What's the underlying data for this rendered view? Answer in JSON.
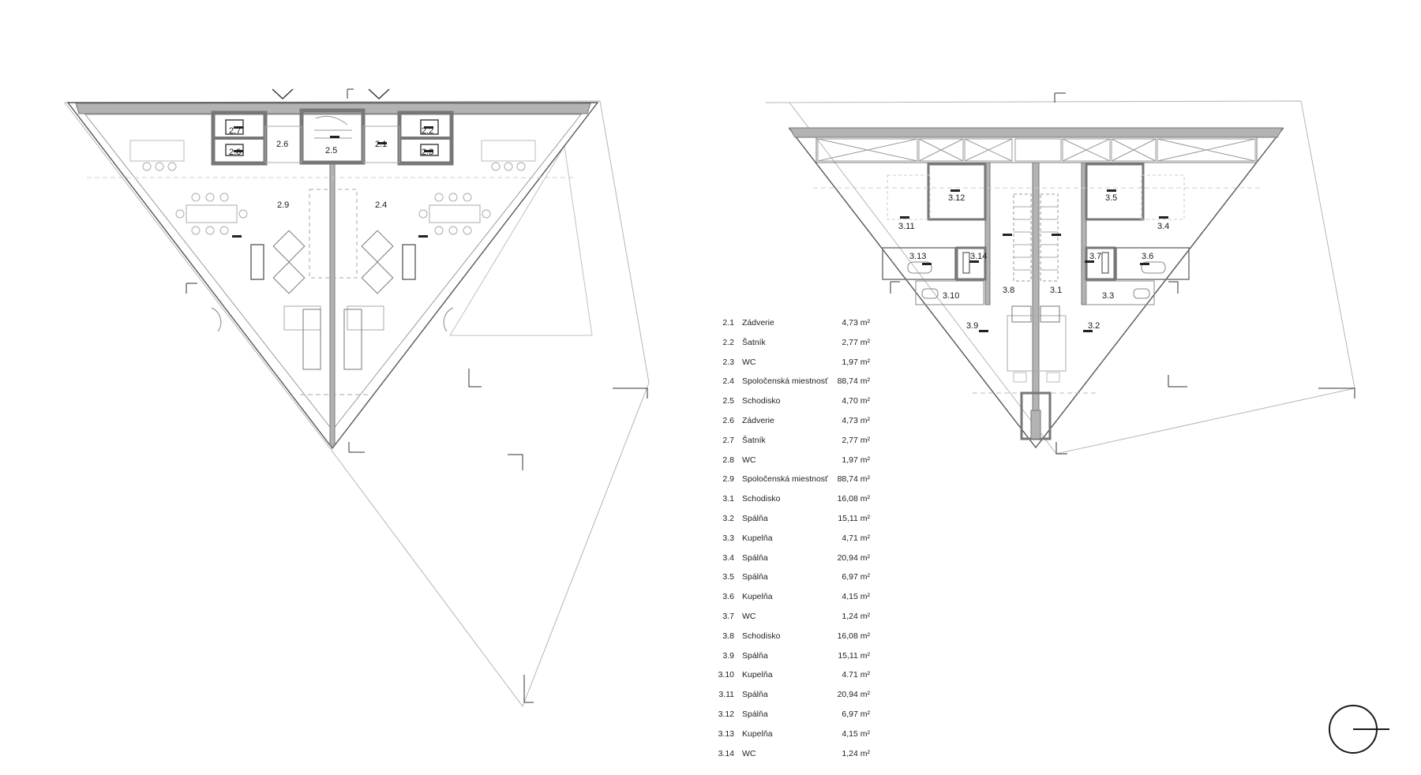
{
  "floor_plan_left": {
    "rooms": [
      {
        "id": "2.7"
      },
      {
        "id": "2.8"
      },
      {
        "id": "2.6"
      },
      {
        "id": "2.5"
      },
      {
        "id": "2.1"
      },
      {
        "id": "2.2"
      },
      {
        "id": "2.3"
      },
      {
        "id": "2.9"
      },
      {
        "id": "2.4"
      }
    ]
  },
  "floor_plan_right": {
    "rooms": [
      {
        "id": "3.12"
      },
      {
        "id": "3.5"
      },
      {
        "id": "3.11"
      },
      {
        "id": "3.4"
      },
      {
        "id": "3.13"
      },
      {
        "id": "3.14"
      },
      {
        "id": "3.7"
      },
      {
        "id": "3.6"
      },
      {
        "id": "3.10"
      },
      {
        "id": "3.8"
      },
      {
        "id": "3.1"
      },
      {
        "id": "3.3"
      },
      {
        "id": "3.9"
      },
      {
        "id": "3.2"
      }
    ]
  },
  "room_schedule": [
    {
      "number": "2.1",
      "name": "Zádverie",
      "area": "4,73 m²"
    },
    {
      "number": "2.2",
      "name": "Šatník",
      "area": "2,77 m²"
    },
    {
      "number": "2.3",
      "name": "WC",
      "area": "1,97 m²"
    },
    {
      "number": "2.4",
      "name": "Spoločenská miestnosť",
      "area": "88,74 m²"
    },
    {
      "number": "2.5",
      "name": "Schodisko",
      "area": "4,70 m²"
    },
    {
      "number": "2.6",
      "name": "Zádverie",
      "area": "4,73 m²"
    },
    {
      "number": "2.7",
      "name": "Šatník",
      "area": "2,77 m²"
    },
    {
      "number": "2.8",
      "name": "WC",
      "area": "1,97 m²"
    },
    {
      "number": "2.9",
      "name": "Spoločenská miestnosť",
      "area": "88,74 m²"
    },
    {
      "number": "3.1",
      "name": "Schodisko",
      "area": "16,08 m²"
    },
    {
      "number": "3.2",
      "name": "Spálňa",
      "area": "15,11 m²"
    },
    {
      "number": "3.3",
      "name": "Kupelňa",
      "area": "4,71 m²"
    },
    {
      "number": "3.4",
      "name": "Spálňa",
      "area": "20,94 m²"
    },
    {
      "number": "3.5",
      "name": "Spálňa",
      "area": "6,97 m²"
    },
    {
      "number": "3.6",
      "name": "Kupelňa",
      "area": "4,15 m²"
    },
    {
      "number": "3.7",
      "name": "WC",
      "area": "1,24 m²"
    },
    {
      "number": "3.8",
      "name": "Schodisko",
      "area": "16,08 m²"
    },
    {
      "number": "3.9",
      "name": "Spálňa",
      "area": "15,11 m²"
    },
    {
      "number": "3.10",
      "name": "Kupelňa",
      "area": "4.71 m²"
    },
    {
      "number": "3.11",
      "name": "Spálňa",
      "area": "20,94 m²"
    },
    {
      "number": "3.12",
      "name": "Spálňa",
      "area": "6,97 m²"
    },
    {
      "number": "3.13",
      "name": "Kupelňa",
      "area": "4,15 m²"
    },
    {
      "number": "3.14",
      "name": "WC",
      "area": "1,24 m²"
    }
  ],
  "colors": {
    "wall": "#b3b3b3",
    "line": "#9a9a9a",
    "dark": "#333333"
  },
  "icons": {
    "north_arrow": "north-arrow-icon"
  }
}
